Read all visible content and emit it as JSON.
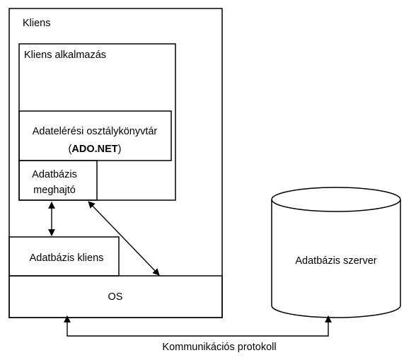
{
  "client": {
    "title": "Kliens",
    "app_title": "Kliens alkalmazás",
    "data_access_library": "Adatelérési osztálykönyvtár",
    "ado_open": "(",
    "ado_name": "ADO.NET",
    "ado_close": ")",
    "db_driver_line1": "Adatbázis",
    "db_driver_line2": "meghajtó",
    "db_client": "Adatbázis kliens",
    "os": "OS"
  },
  "server": {
    "label": "Adatbázis szerver"
  },
  "protocol": {
    "label": "Kommunikációs protokoll"
  }
}
